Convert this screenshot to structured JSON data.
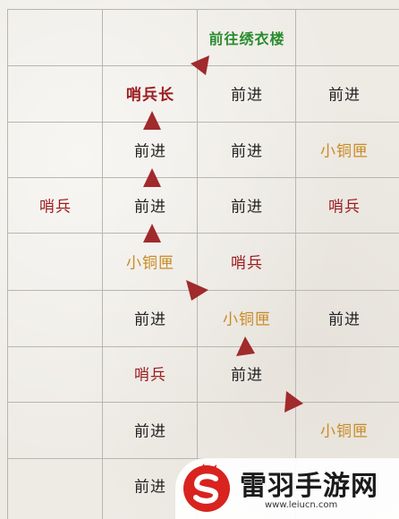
{
  "cells": {
    "goal": "前往绣衣楼",
    "captain": "哨兵长",
    "advance": "前进",
    "sentry": "哨兵",
    "chest": "小铜匣"
  },
  "watermark": {
    "brand": "雷羽手游网",
    "url": "www.leiucn.com",
    "logo_icon": "rabbit-s-logo-icon"
  },
  "colors": {
    "arrow": "#a02a2c",
    "sentry_text": "#9b1b1f",
    "chest_text": "#c98a23",
    "goal_text": "#2a8c2f",
    "watermark_accent": "#d8231f"
  }
}
